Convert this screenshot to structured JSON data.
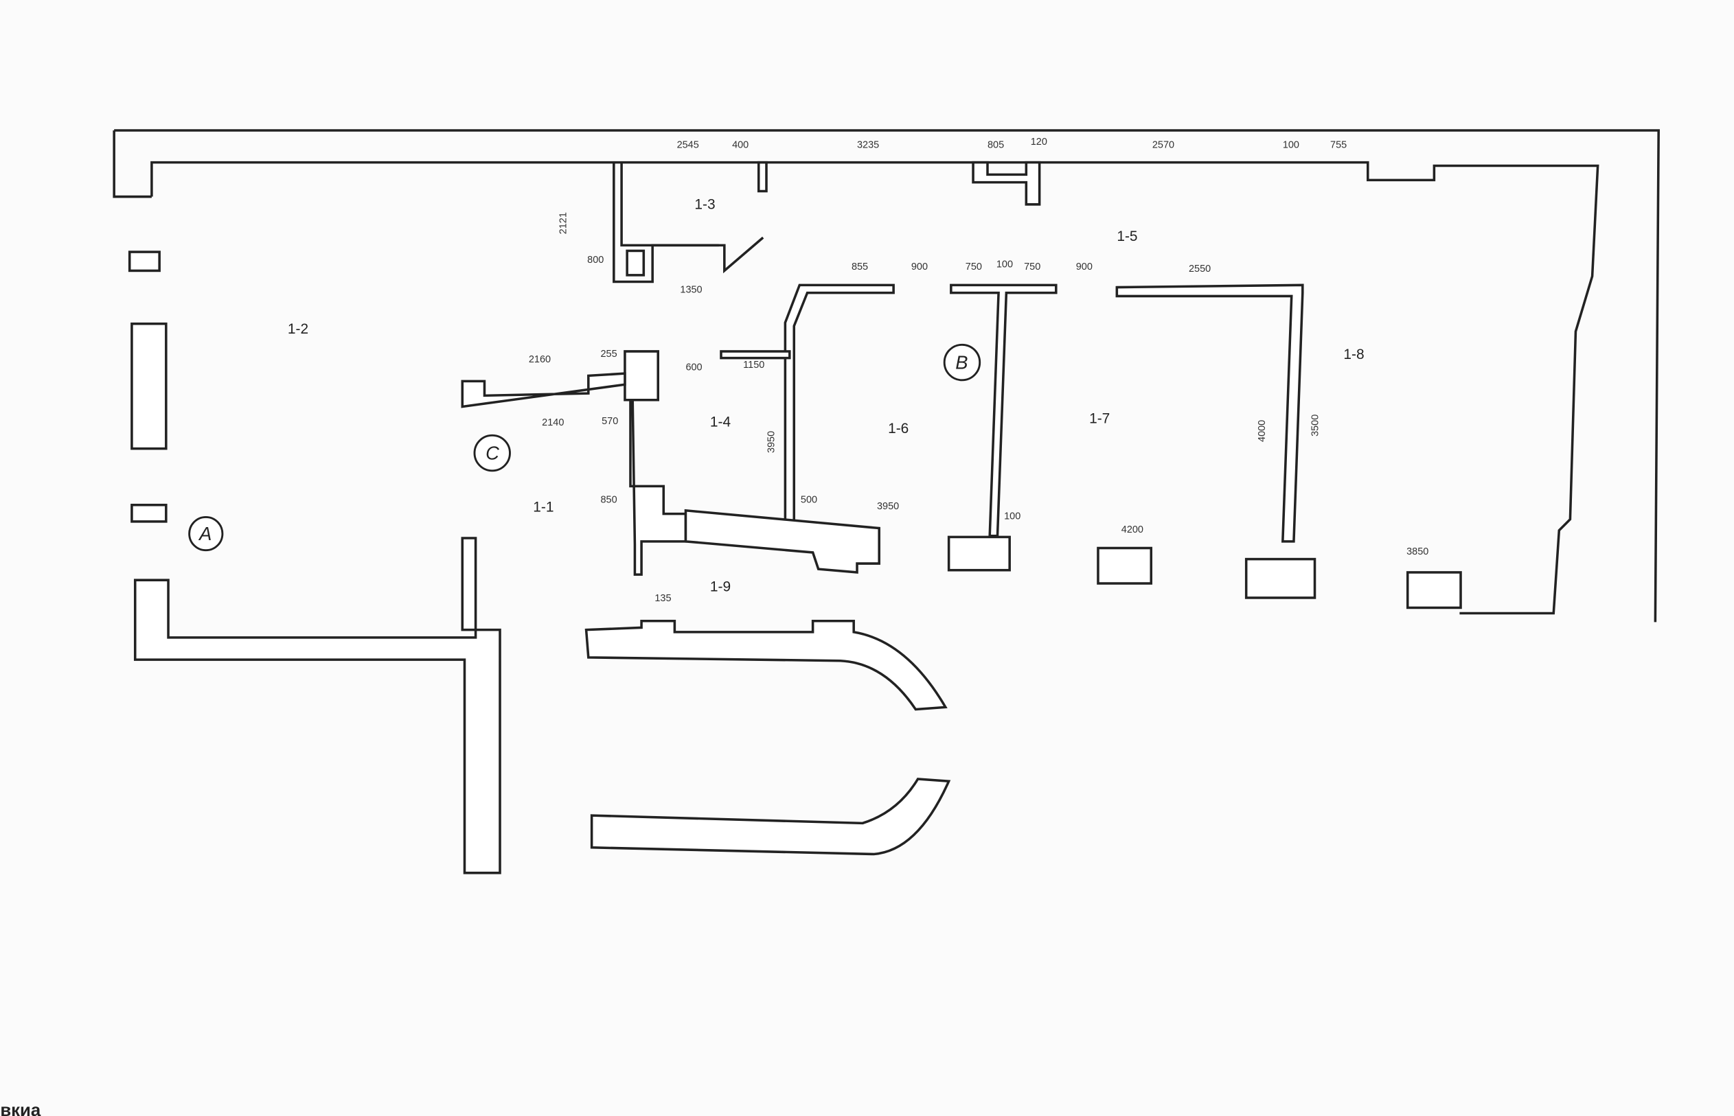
{
  "rooms": [
    "1-1",
    "1-2",
    "1-3",
    "1-4",
    "1-5",
    "1-6",
    "1-7",
    "1-8",
    "1-9"
  ],
  "axes": [
    "A",
    "B",
    "C"
  ],
  "dimensions": {
    "top": [
      "2545",
      "400",
      "3235",
      "805",
      "120",
      "2570",
      "100",
      "755"
    ],
    "inner_top": [
      "855",
      "900",
      "750",
      "100",
      "750",
      "900",
      "2550"
    ],
    "misc": [
      "2121",
      "800",
      "1350",
      "2160",
      "255",
      "600",
      "1150",
      "2140",
      "570",
      "500",
      "3950",
      "850",
      "4200",
      "4000",
      "3500",
      "100",
      "3950",
      "135",
      "3850"
    ]
  },
  "corner_text": "вкиа"
}
